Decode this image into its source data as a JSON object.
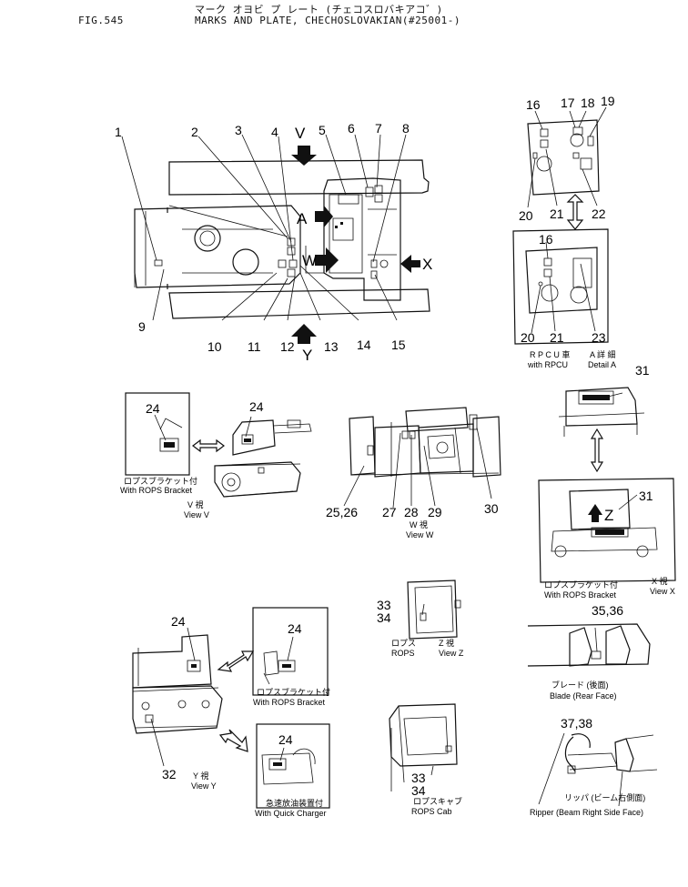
{
  "header": {
    "fig_number": "FIG.545",
    "title_jp": "マーク オヨビ プ レート (チェコスロバキアコ゛)",
    "title_en": "MARKS AND PLATE, CHECHOSLOVAKIAN(#25001-)"
  },
  "callouts": {
    "c1": "1",
    "c2": "2",
    "c3": "3",
    "c4": "4",
    "c5": "5",
    "c6": "6",
    "c7": "7",
    "c8": "8",
    "c9": "9",
    "c10": "10",
    "c11": "11",
    "c12": "12",
    "c13": "13",
    "c14": "14",
    "c15": "15",
    "c16a": "16",
    "c17": "17",
    "c18": "18",
    "c19": "19",
    "c20a": "20",
    "c21a": "21",
    "c22": "22",
    "c16b": "16",
    "c20b": "20",
    "c21b": "21",
    "c23": "23",
    "c24a": "24",
    "c24b": "24",
    "c24c": "24",
    "c24d": "24",
    "c24e": "24",
    "c2526": "25,26",
    "c27": "27",
    "c28": "28",
    "c29": "29",
    "c30": "30",
    "c31a": "31",
    "c31b": "31",
    "c3334a": "33",
    "c3334b": "34",
    "c3334c": "33",
    "c3334d": "34",
    "c3536": "35,36",
    "c3738": "37,38",
    "c32": "32"
  },
  "view_arrows": {
    "v": "V",
    "a": "A",
    "w": "W",
    "x": "X",
    "y": "Y",
    "z": "Z"
  },
  "captions": {
    "rpcu_jp": "R P C U 車",
    "rpcu_en": "with RPCU",
    "detail_jp": "A  詳 細",
    "detail_en": "Detail A",
    "rops_bracket_v_jp": "ロプスブラケット付",
    "rops_bracket_v_en": "With ROPS Bracket",
    "view_v_jp": "V  視",
    "view_v_en": "View V",
    "view_w_jp": "W  視",
    "view_w_en": "View W",
    "rops_bracket_x_jp": "ロプスブラケット付",
    "rops_bracket_x_en": "With ROPS Bracket",
    "view_x_jp": "X  視",
    "view_x_en": "View X",
    "rops_jp": "ロプス",
    "rops_en": "ROPS",
    "view_z_jp": "Z  視",
    "view_z_en": "View Z",
    "blade_jp": "ブレード   (後面)",
    "blade_en": "Blade (Rear Face)",
    "rops_bracket_y_jp": "ロプスブラケット付",
    "rops_bracket_y_en": "With ROPS Bracket",
    "view_y_jp": "Y  視",
    "view_y_en": "View Y",
    "quick_charger_jp": "急速放油装置付",
    "quick_charger_en": "With Quick Charger",
    "rops_cab_jp": "ロプスキャブ",
    "rops_cab_en": "ROPS Cab",
    "ripper_jp": "リッパ (ビーム右側面)",
    "ripper_en": "Ripper   (Beam Right Side Face)"
  }
}
